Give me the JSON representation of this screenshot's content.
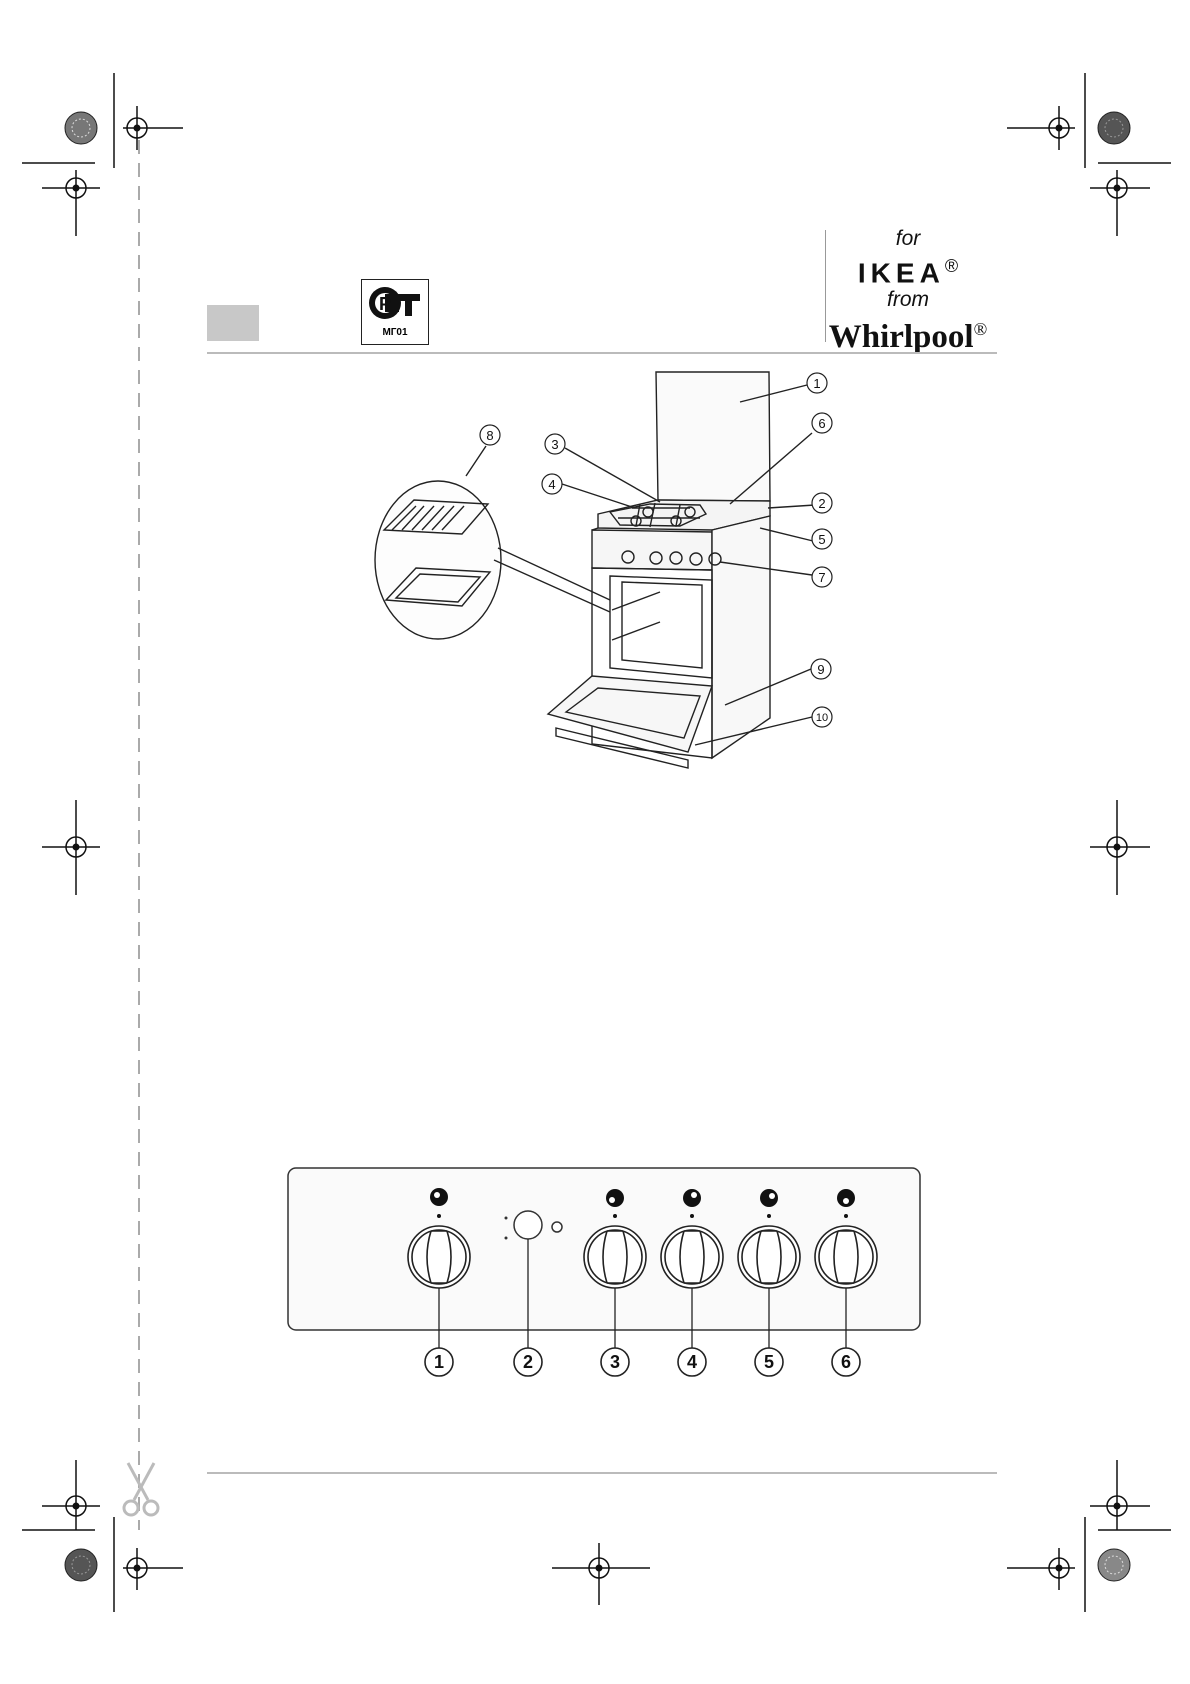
{
  "header": {
    "brand": {
      "for": "for",
      "ikea": "IKEA",
      "ikea_mark": "®",
      "from": "from",
      "whirlpool": "Whirlpool",
      "whirlpool_mark": "®"
    },
    "certification_code": "МГ01",
    "language_tab_color": "#c8c8c8"
  },
  "stove_diagram": {
    "callouts": [
      "1",
      "2",
      "3",
      "4",
      "5",
      "6",
      "7",
      "8",
      "9",
      "10"
    ]
  },
  "control_panel": {
    "labels": [
      "1",
      "2",
      "3",
      "4",
      "5",
      "6"
    ]
  },
  "colors": {
    "line": "#222222",
    "rule": "#bbbbbb",
    "dash": "#aaaaaa"
  }
}
